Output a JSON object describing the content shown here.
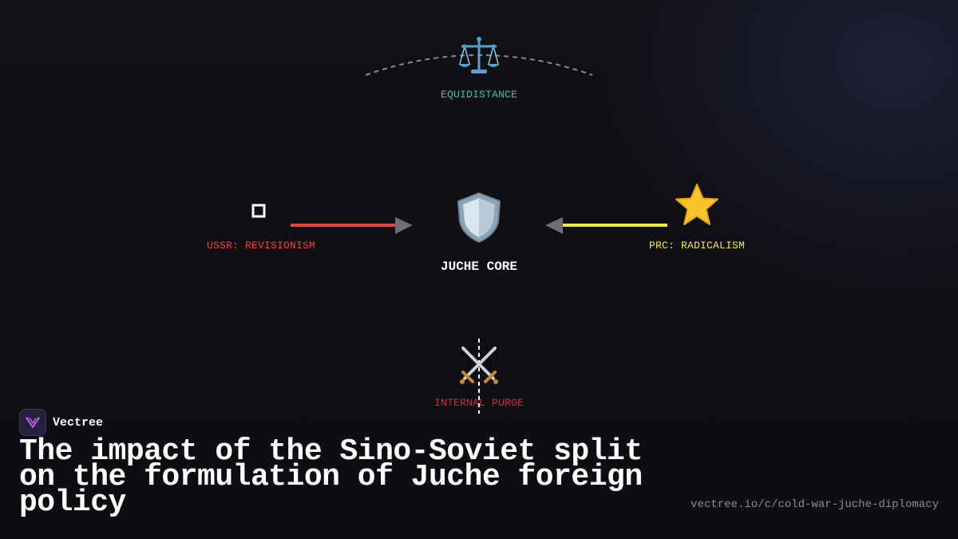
{
  "diagram": {
    "top_node": {
      "label": "EQUIDISTANCE",
      "icon": "scales-icon",
      "color": "#2ec7a1"
    },
    "core_node": {
      "label": "JUCHE CORE",
      "icon": "shield-icon"
    },
    "left_node": {
      "label": "USSR: REVISIONISM",
      "icon": "square-outline-icon",
      "color": "#e8453c"
    },
    "right_node": {
      "label": "PRC: RADICALISM",
      "icon": "star-icon",
      "color": "#f2ea3a"
    },
    "bottom_node": {
      "label": "INTERNAL PURGE",
      "icon": "crossed-swords-icon",
      "color": "#d6234f"
    }
  },
  "brand": {
    "name": "Vectree",
    "logo_icon": "vectree-logo-icon"
  },
  "title": "The impact of the Sino-Soviet split on the formulation of Juche foreign policy",
  "url": "vectree.io/c/cold-war-juche-diplomacy",
  "colors": {
    "background": "#0f0f13",
    "left_arrow": "#e8453c",
    "right_arrow": "#f2ea3a",
    "arrowhead": "#6e6e72"
  }
}
